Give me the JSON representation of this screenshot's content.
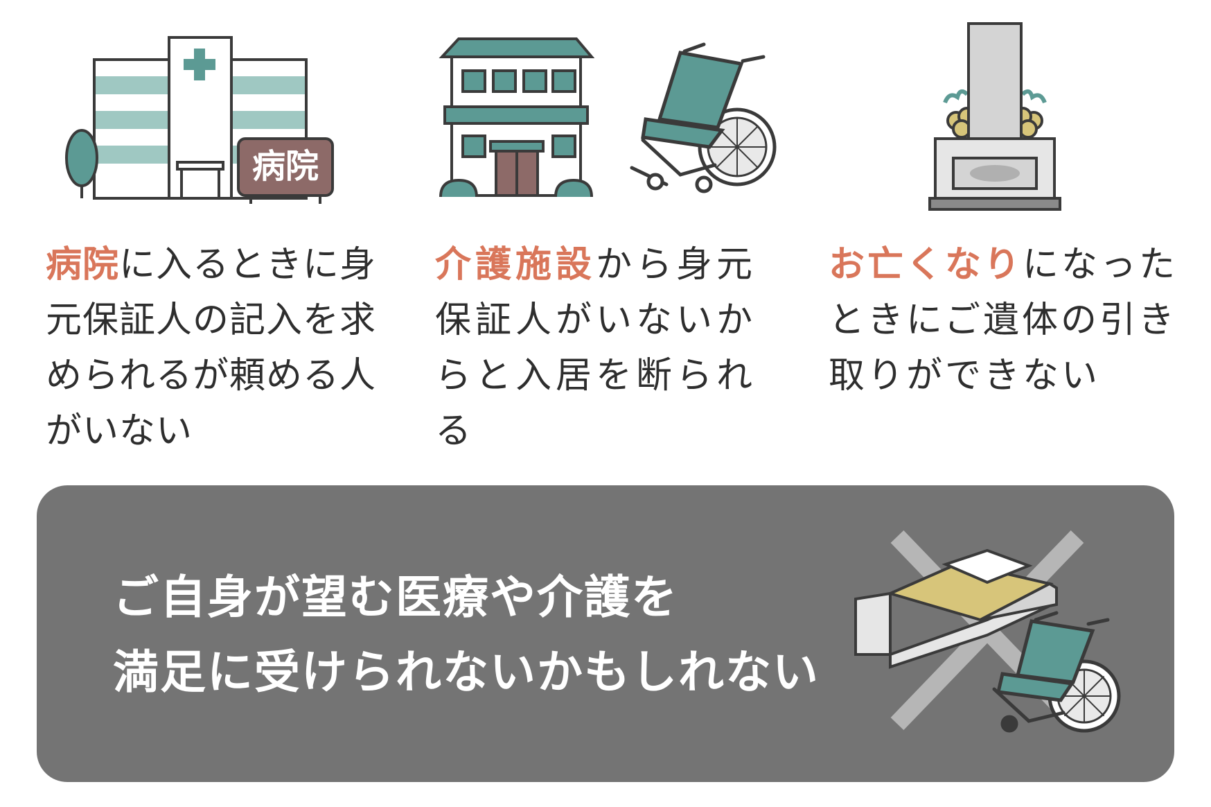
{
  "panels": [
    {
      "icon": "hospital-icon",
      "sign_text": "病院",
      "highlight": "病院",
      "lines": [
        "に入るときに身",
        "元保証人の記入を求",
        "められるが頼める人",
        "がいない"
      ]
    },
    {
      "icon": "care-facility-wheelchair-icon",
      "highlight": "介護施設",
      "lines": [
        "から身元",
        "保証人がいないか",
        "らと入居を断られる"
      ]
    },
    {
      "icon": "grave-icon",
      "highlight": "お亡くなり",
      "lines": [
        "になった",
        "ときにご遺体の引き",
        "取りができない"
      ]
    }
  ],
  "banner": {
    "line1": "ご自身が望む医療や介護を",
    "line2": "満足に受けられないかもしれない",
    "icon": "crossed-out-bed-wheelchair-icon"
  },
  "colors": {
    "highlight": "#d9765a",
    "teal": "#5c9a94",
    "brown": "#8d6a68",
    "banner_bg": "#747474"
  }
}
